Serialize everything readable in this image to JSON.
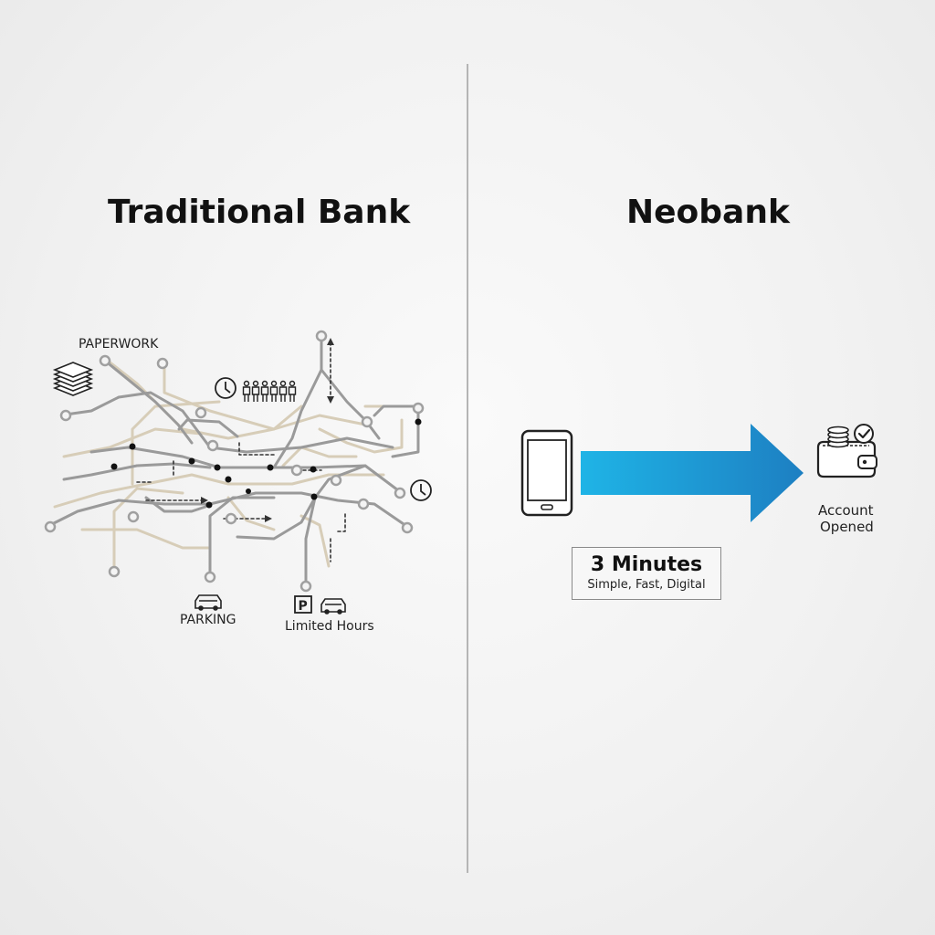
{
  "left": {
    "title": "Traditional Bank",
    "labels": {
      "paperwork": "PAPERWORK",
      "parking": "PARKING",
      "limited_hours": "Limited Hours"
    },
    "icons": [
      "paper-stack-icon",
      "clock-icon",
      "people-queue-icon",
      "car-icon",
      "parking-sign-icon"
    ]
  },
  "right": {
    "title": "Neobank",
    "time_box": {
      "headline": "3 Minutes",
      "tagline": "Simple, Fast, Digital"
    },
    "result": {
      "line1": "Account",
      "line2": "Opened"
    },
    "icons": [
      "smartphone-icon",
      "arrow-icon",
      "wallet-icon",
      "coins-icon",
      "checkmark-icon"
    ]
  },
  "colors": {
    "arrow_start": "#1fb4e6",
    "arrow_end": "#1d7fc2",
    "maze_gray": "#9a9a9a",
    "maze_beige": "#d7cdb8",
    "divider": "#b5b5b5"
  }
}
